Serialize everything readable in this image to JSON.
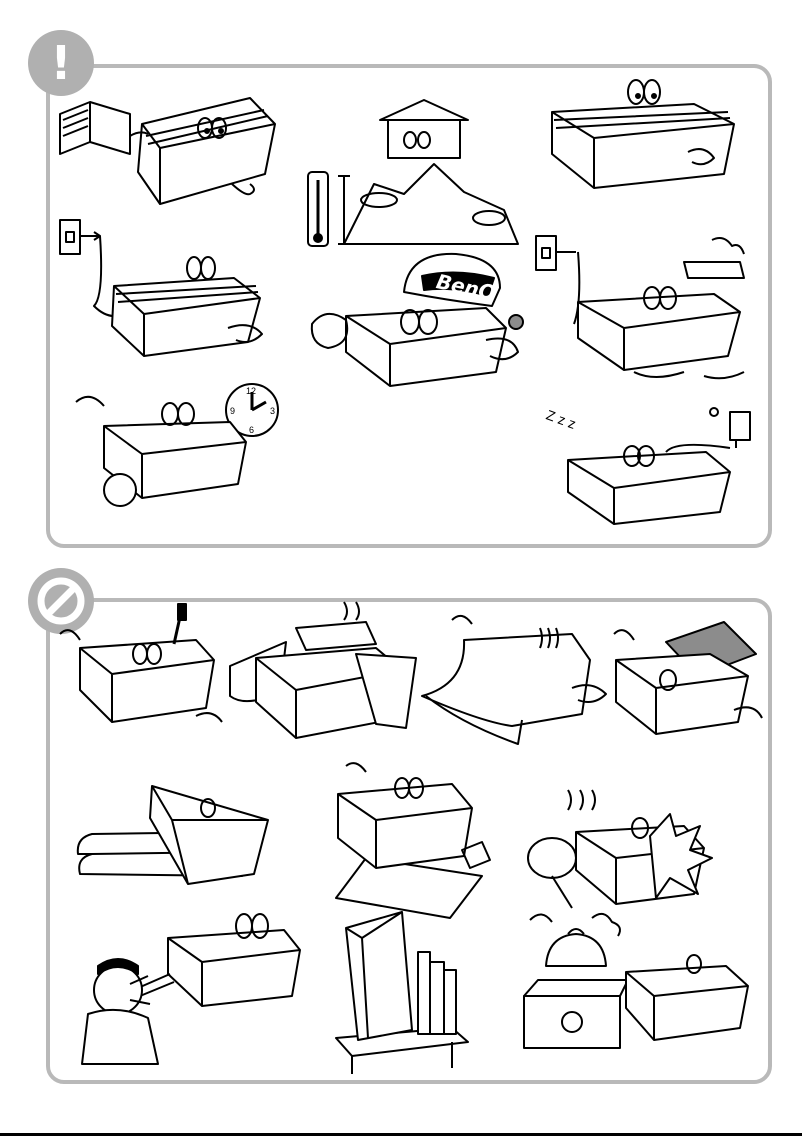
{
  "sections": {
    "do": {
      "badge_icon": "exclamation-icon",
      "badge_glyph": "!",
      "illustrations": [
        "read-manual",
        "altitude-temperature",
        "flat-surface",
        "power-plug",
        "brand-cap",
        "unplug-humid",
        "cooldown-clock",
        "sleep-unplug"
      ]
    },
    "dont": {
      "badge_icon": "prohibited-icon",
      "illustrations": [
        "screwdriver-disassemble",
        "cover-vents",
        "cloth-over",
        "object-on-top",
        "soft-surface-tilt",
        "unstable-tilt",
        "block-airflow-heat",
        "look-into-lens",
        "vertical-stand",
        "heat-source"
      ]
    }
  },
  "illustrations": {
    "brand_logo": "BenQ",
    "clock_numbers": [
      "12",
      "3",
      "6",
      "9"
    ],
    "sleep_text": "Z z z"
  },
  "colors": {
    "frame": "#b9b9b9",
    "badge": "#b0b0b0",
    "line": "#000000",
    "fill_gray": "#8c8c8c"
  }
}
